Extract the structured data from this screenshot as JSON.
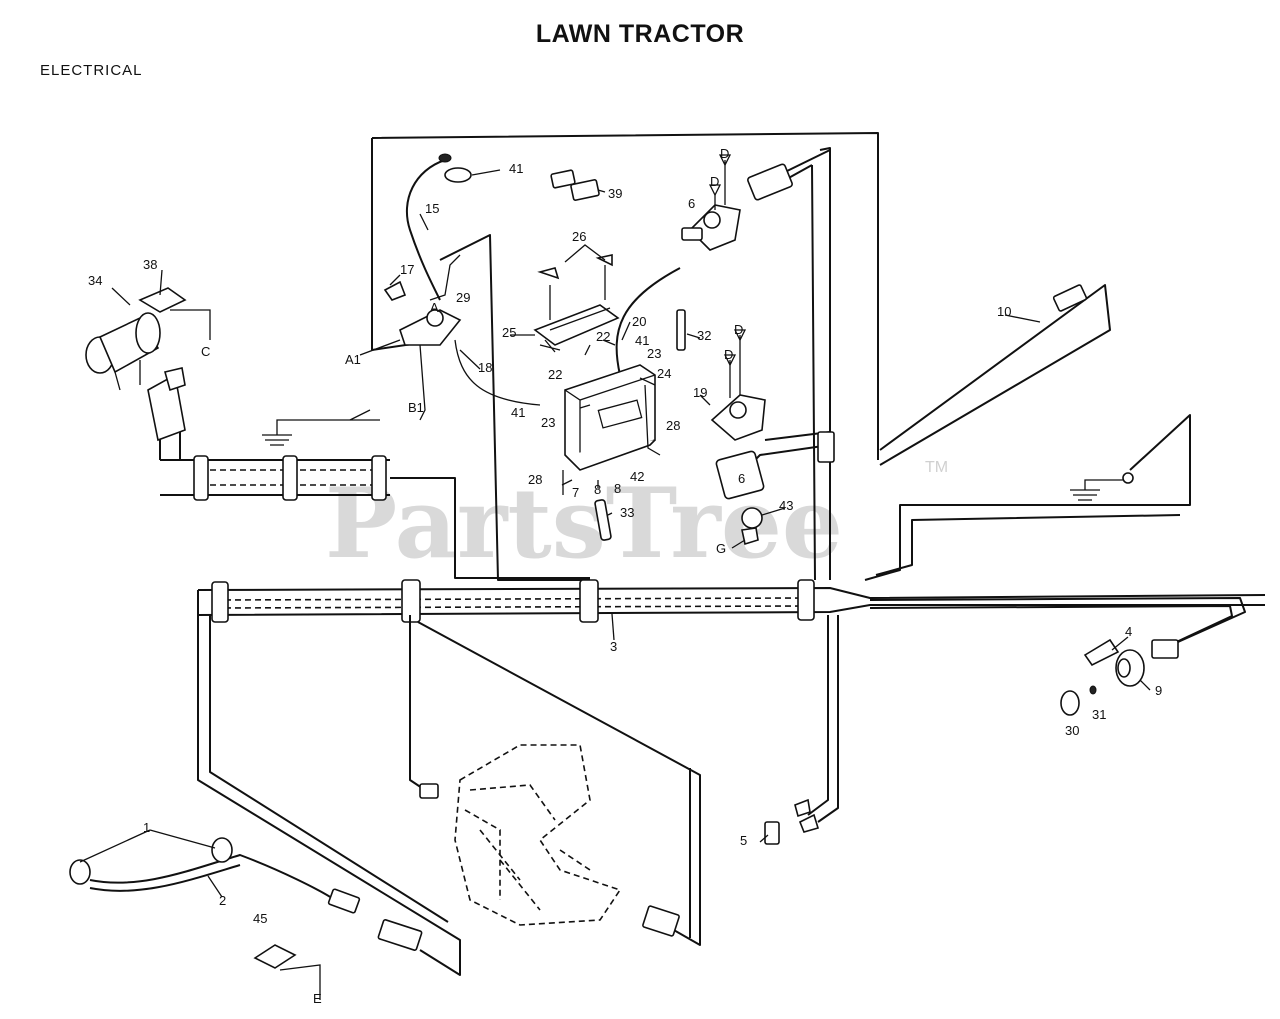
{
  "title": "LAWN TRACTOR",
  "subtitle": "ELECTRICAL",
  "watermark": "PartsTree",
  "trademark": "TM",
  "callouts": {
    "p1": "1",
    "p2": "2",
    "p3": "3",
    "p4": "4",
    "p5": "5",
    "p6": "6",
    "p7": "7",
    "p8": "8",
    "p8b": "8",
    "p9": "9",
    "p10": "10",
    "p15": "15",
    "p17": "17",
    "p18": "18",
    "p19": "19",
    "p20": "20",
    "p22a": "22",
    "p22b": "22",
    "p23a": "23",
    "p23b": "23",
    "p24": "24",
    "p25": "25",
    "p26": "26",
    "p28a": "28",
    "p28b": "28",
    "p29": "29",
    "p30": "30",
    "p31": "31",
    "p32": "32",
    "p33": "33",
    "p34": "34",
    "p38": "38",
    "p39": "39",
    "p41a": "41",
    "p41b": "41",
    "p41c": "41",
    "p42": "42",
    "p43": "43",
    "p45": "45",
    "p6b": "6",
    "refA": "A",
    "refA1": "A1",
    "refB1": "B1",
    "refC": "C",
    "refD1": "D",
    "refD2": "D",
    "refD3": "D",
    "refD4": "D",
    "refE": "E",
    "refG": "G"
  }
}
